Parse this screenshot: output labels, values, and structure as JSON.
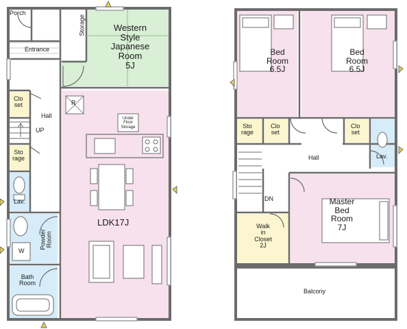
{
  "floor1": {
    "porch": "Porch",
    "entrance": "Entrance",
    "storage_tall": "Storage",
    "western_room": [
      "Western",
      "Style",
      "Japanese",
      "Room",
      "5J"
    ],
    "closet": [
      "Clo",
      "set"
    ],
    "hall": "Hall",
    "up": "UP",
    "storage_small": [
      "Sto",
      "rage"
    ],
    "lav": "Lav.",
    "powder_room": [
      "Powder",
      "Room"
    ],
    "washer": "W",
    "bath_room": [
      "Bath",
      "Room"
    ],
    "refrigerator": "R",
    "under_floor_storage": [
      "Under",
      "Floor",
      "Storage"
    ],
    "ldk": "LDK17J"
  },
  "floor2": {
    "bed_left": [
      "Bed",
      "Room",
      "6.5J"
    ],
    "bed_right": [
      "Bed",
      "Room",
      "6.5J"
    ],
    "storage": [
      "Sto",
      "rage"
    ],
    "closet_left": [
      "Clo",
      "set"
    ],
    "closet_right": [
      "Clo",
      "set"
    ],
    "lav": "Lav.",
    "hall": "Hall",
    "dn": "DN",
    "walk_in_closet": [
      "Walk",
      "in",
      "Closet",
      "2J"
    ],
    "master_bed": [
      "Master",
      "Bed",
      "Room",
      "7J"
    ],
    "balcony": "Balcony"
  },
  "colors": {
    "wall": "#6b6b6b",
    "pink": "#f7e1ec",
    "green": "#d9efd6",
    "yellow": "#fbf6cf",
    "blue": "#d6ecf8",
    "accent": "#e8d24a"
  }
}
